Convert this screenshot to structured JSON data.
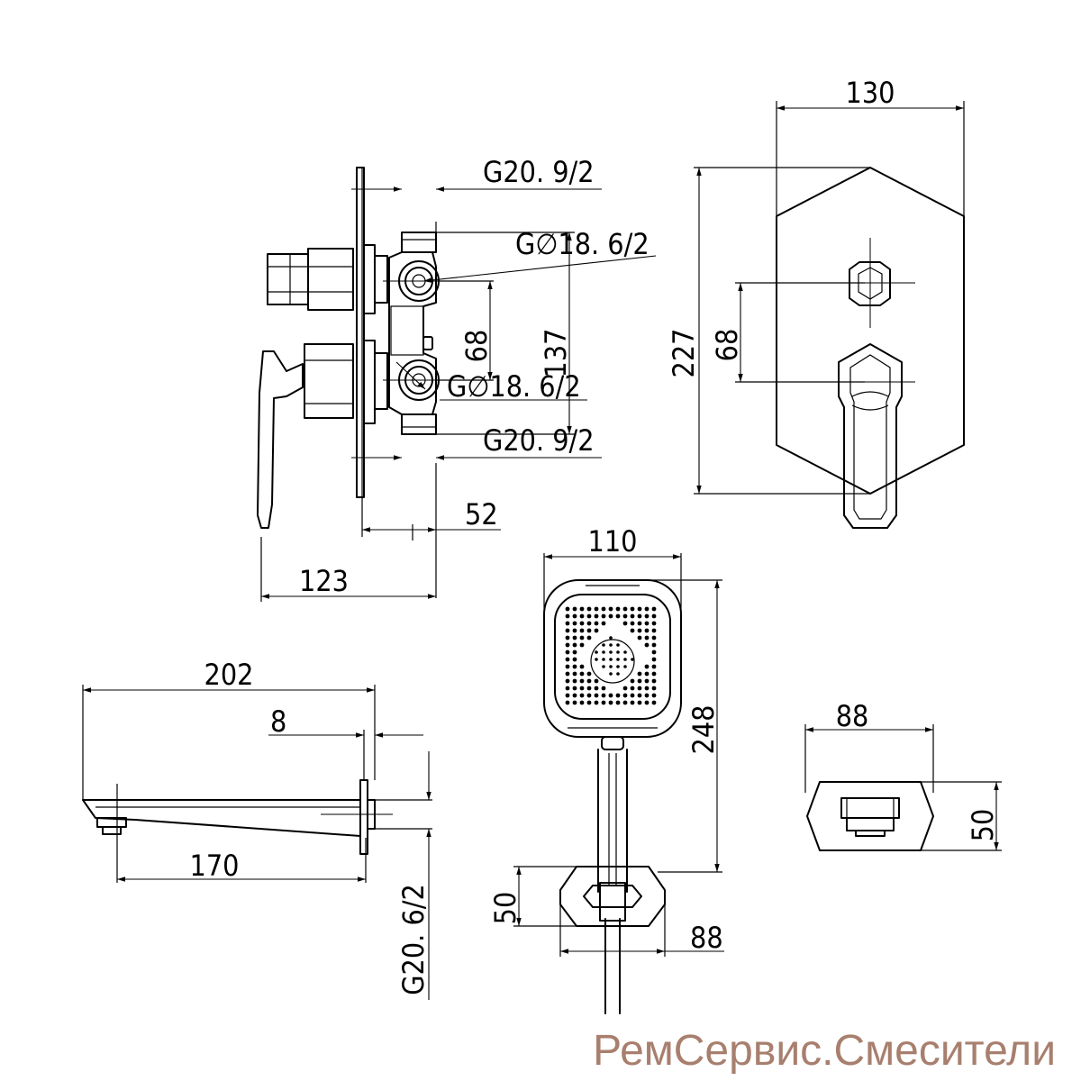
{
  "dimensions": {
    "front_width": "130",
    "front_height": "227",
    "front_spacing": "68",
    "valve_thread_top": "G20. 9/2",
    "valve_inlet_top": "G∅18. 6/2",
    "valve_inlet_bottom": "G∅18. 6/2",
    "valve_thread_bottom": "G20. 9/2",
    "valve_spacing": "68",
    "valve_height": "137",
    "valve_depth": "52",
    "valve_total_depth": "123",
    "spout_length": "202",
    "spout_plate": "8",
    "spout_reach": "170",
    "spout_thread": "G20. 6/2",
    "shower_width": "110",
    "shower_height": "248",
    "holder_height": "50",
    "holder_width": "88",
    "flange_width": "88",
    "flange_height": "50"
  },
  "watermark": "РемСервис.Смесители",
  "colors": {
    "lines": "#000000",
    "watermark": "#a87f6e",
    "background": "#ffffff"
  }
}
